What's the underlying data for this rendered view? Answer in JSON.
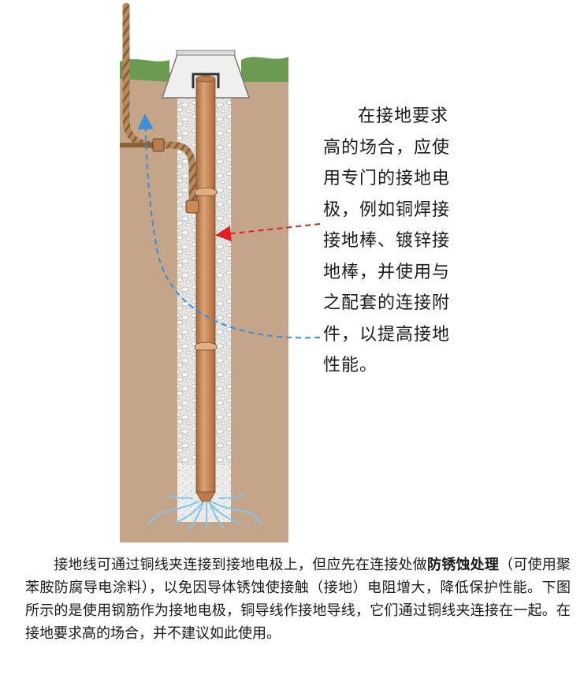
{
  "callout": {
    "lines": [
      "在接地要求",
      "高的场合，应使",
      "用专门的接地电",
      "极，例如铜焊接",
      "接地棒、镀锌接",
      "地棒，并使用与",
      "之配套的连接附",
      "件，以提高接地",
      "性能。"
    ]
  },
  "paragraph": {
    "part1": "接地线可通过铜线夹连接到接地电极上，但应先在连接处做",
    "bold": "防锈蚀处理",
    "part2": "（可使用聚苯胺防腐导电涂料），以免因导体锈蚀使接触（接地）电阻增大，降低保护性能。下图所示的是使用钢筋作为接地电极，铜导线作接地导线，它们通过铜线夹连接在一起。在接地要求高的场合，并不建议如此使用。"
  },
  "colors": {
    "soil": "#c4a58a",
    "grass": "#6b9a52",
    "backfill": "#e6e6e4",
    "rod": "#c98a55",
    "red_arrow": "#e02020",
    "blue_arrow": "#3a8fd6",
    "water": "#7fc6ea"
  }
}
